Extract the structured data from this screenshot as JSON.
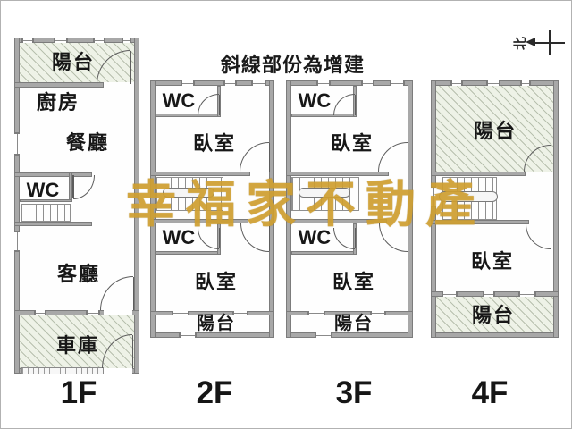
{
  "title": "斜線部份為增建",
  "watermark": "幸福家不動產",
  "north": {
    "label": "北"
  },
  "colors": {
    "hatch_fill": "#eef2e7",
    "wall": "#a8a8a8",
    "watermark_gold": "#d5a331"
  },
  "floors": [
    {
      "label": "1F",
      "rooms": {
        "balcony": "陽台",
        "kitchen": "廚房",
        "dining": "餐廳",
        "wc": "WC",
        "living": "客廳",
        "garage": "車庫"
      }
    },
    {
      "label": "2F",
      "rooms": {
        "wc_upper": "WC",
        "bedroom_upper": "臥室",
        "wc_lower": "WC",
        "bedroom_lower": "臥室",
        "balcony": "陽台"
      }
    },
    {
      "label": "3F",
      "rooms": {
        "wc_upper": "WC",
        "bedroom_upper": "臥室",
        "wc_lower": "WC",
        "bedroom_lower": "臥室",
        "balcony": "陽台"
      }
    },
    {
      "label": "4F",
      "rooms": {
        "balcony_upper": "陽台",
        "bedroom": "臥室",
        "balcony_lower": "陽台"
      }
    }
  ]
}
